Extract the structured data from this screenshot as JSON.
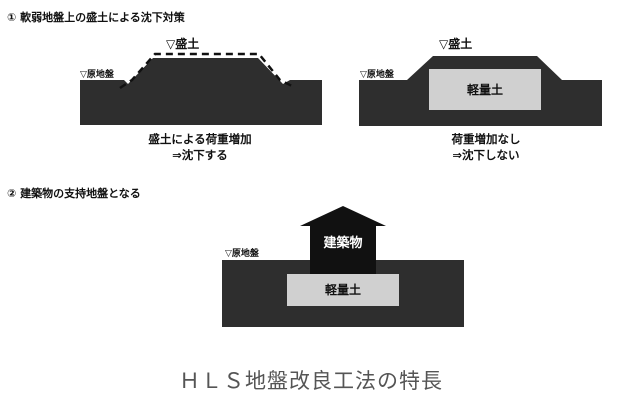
{
  "section1": {
    "heading": "① 軟弱地盤上の盛土による沈下対策",
    "left": {
      "fill_label": "▽盛土",
      "ground_label": "▽原地盤",
      "caption_line1": "盛土による荷重増加",
      "caption_line2": "⇒沈下する"
    },
    "right": {
      "fill_label": "▽盛土",
      "ground_label": "▽原地盤",
      "block_label": "軽量土",
      "caption_line1": "荷重増加なし",
      "caption_line2": "⇒沈下しない"
    }
  },
  "section2": {
    "heading": "② 建築物の支持地盤となる",
    "building_label": "建築物",
    "ground_label": "▽原地盤",
    "block_label": "軽量土"
  },
  "footer": {
    "title": "ＨＬＳ地盤改良工法の特長"
  },
  "colors": {
    "ground": "#2e2e2e",
    "light_block": "#d0d0d0",
    "dashed": "#111111"
  }
}
